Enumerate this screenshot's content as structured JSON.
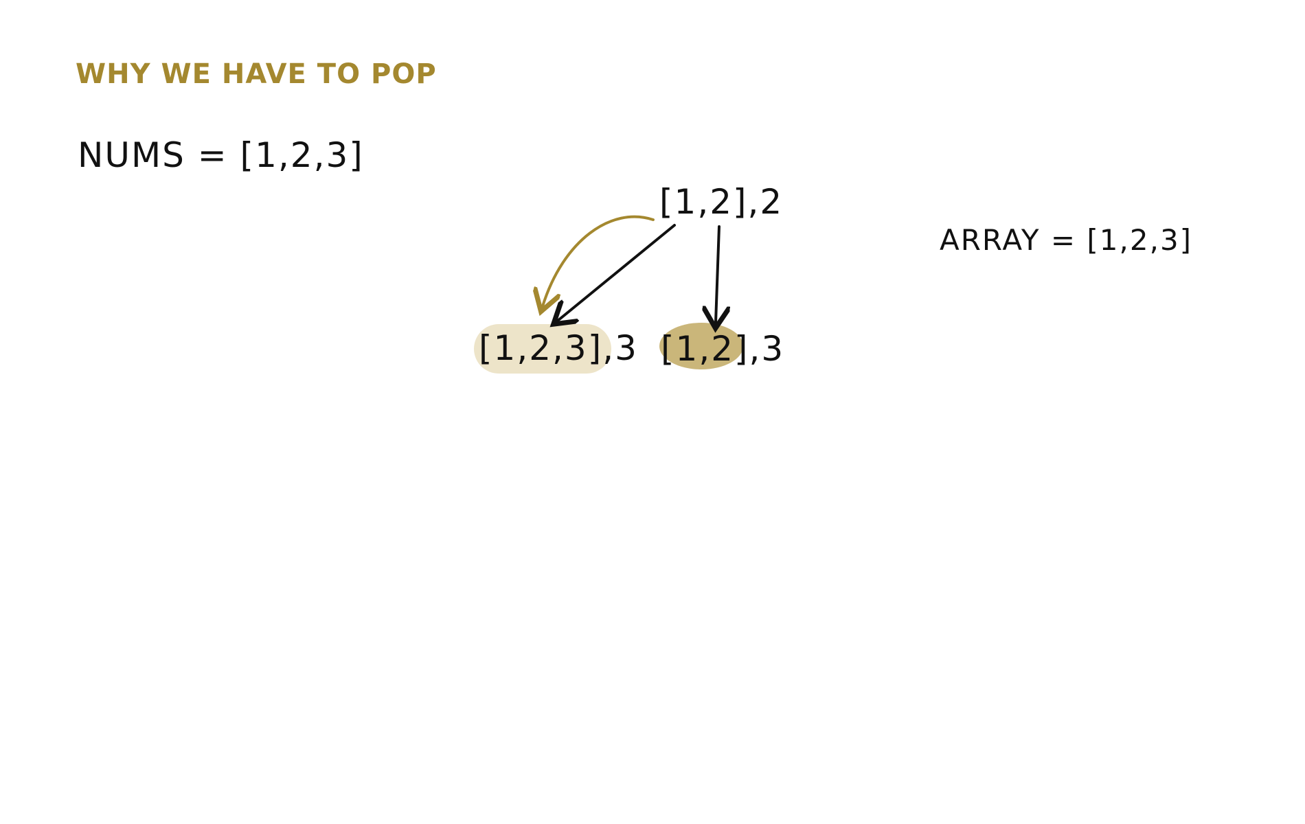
{
  "title": "WHY WE HAVE TO POP",
  "nums_label": "NUMS = [1,2,3]",
  "root_node": "[1,2],2",
  "array_label": "ARRAY = [1,2,3]",
  "child_left": "[1,2,3],3",
  "child_right": "[1,2],3",
  "colors": {
    "ink": "#111111",
    "accent": "#a4882f",
    "highlight_pale": "#eadfbf",
    "highlight_dark": "#c4ae6c"
  }
}
